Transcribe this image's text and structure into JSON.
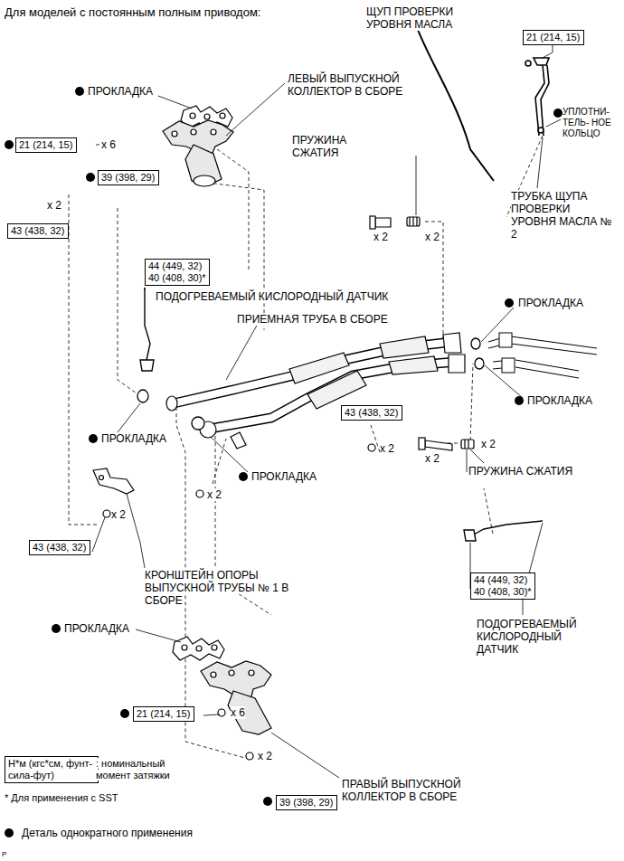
{
  "diagram": {
    "title": "Для моделей с постоянным полным приводом:",
    "nodes": [
      {
        "text": [
          "21 (214, 15)"
        ]
      },
      {
        "text": [
          "21 (214, 15)"
        ]
      },
      {
        "text": [
          "39 (398, 29)"
        ]
      },
      {
        "text": [
          "43 (438, 32)"
        ]
      },
      {
        "text": [
          "44 (449, 32)",
          "40 (408, 30)*"
        ]
      },
      {
        "text": [
          "43 (438, 32)"
        ]
      },
      {
        "text": [
          "43 (438, 32)"
        ]
      },
      {
        "text": [
          "44 (449, 32)",
          "40 (408, 30)*"
        ]
      },
      {
        "text": [
          "21 (214, 15)"
        ]
      },
      {
        "text": [
          "39 (398, 29)"
        ]
      },
      {
        "text": [
          "Н*м (кгс*см, фунт-сила-фут)"
        ]
      }
    ],
    "labels": [
      "ЩУП ПРОВЕРКИ УРОВНЯ МАСЛА",
      "ПРОКЛАДКА",
      "ЛЕВЫЙ ВЫПУСКНОЙ КОЛЛЕКТОР В СБОРЕ",
      "УПЛОТНИ- ТЕЛЬ- НОЕ КОЛЬЦО",
      "x 6",
      "x 2",
      "ПРУЖИНА СЖАТИЯ",
      "ТРУБКА ЩУПА ПРОВЕРКИ УРОВНЯ МАСЛА № 2",
      "x 2",
      "x 2",
      "ПОДОГРЕВАЕМЫЙ КИСЛОРОДНЫЙ ДАТЧИК",
      "ПРОКЛАДКА",
      "ПРИЕМНАЯ ТРУБА В СБОРЕ",
      "ПРОКЛАДКА",
      "ПРОКЛАДКА",
      "x 2",
      "x 2",
      "x 2",
      "ПРОКЛАДКА",
      "ПРУЖИНА СЖАТИЯ",
      "x 2",
      "x 2",
      "КРОНШТЕЙН ОПОРЫ ВЫПУСКНОЙ ТРУБЫ № 1 В СБОРЕ",
      "ПОДОГРЕВАЕМЫЙ КИСЛОРОДНЫЙ ДАТЧИК",
      "ПРОКЛАДКА",
      "x 6",
      "x 2",
      ": номинальный момент затяжки",
      "ПРАВЫЙ ВЫПУСКНОЙ КОЛЛЕКТОР В СБОРЕ",
      "* Для применения с SST",
      "P"
    ],
    "legend": [
      {
        "text": "Деталь однократного применения"
      }
    ]
  }
}
